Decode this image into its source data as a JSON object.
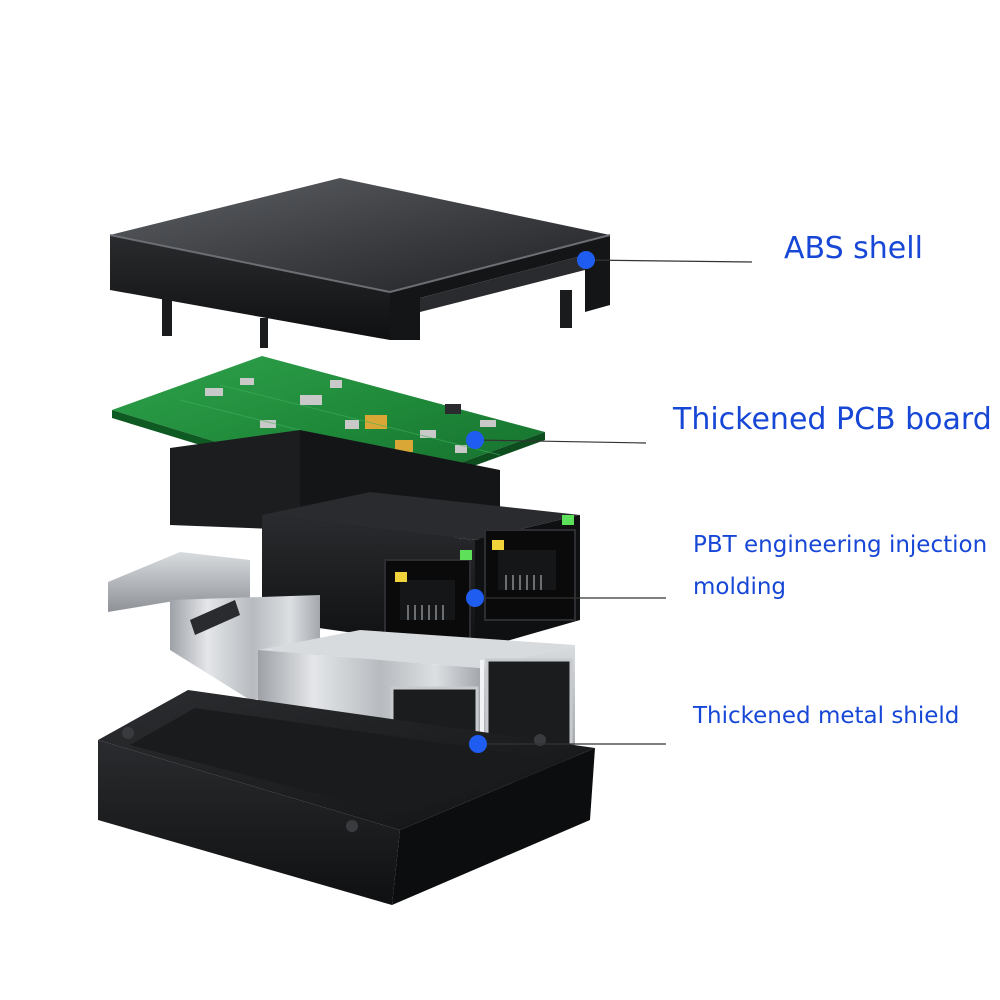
{
  "colors": {
    "label": "#1747d6",
    "marker": "#1f5cf0",
    "leader_line": "#333333",
    "housing": "#1b1c1e",
    "pcb": "#1f8a3a",
    "shield": "#c9ccd0"
  },
  "callouts": {
    "abs_shell": {
      "label": "ABS shell"
    },
    "pcb_board": {
      "label": "Thickened PCB board"
    },
    "pbt_molding": {
      "label_line1": "PBT engineering injection",
      "label_line2": "molding"
    },
    "metal_shield": {
      "label": "Thickened metal shield"
    }
  }
}
